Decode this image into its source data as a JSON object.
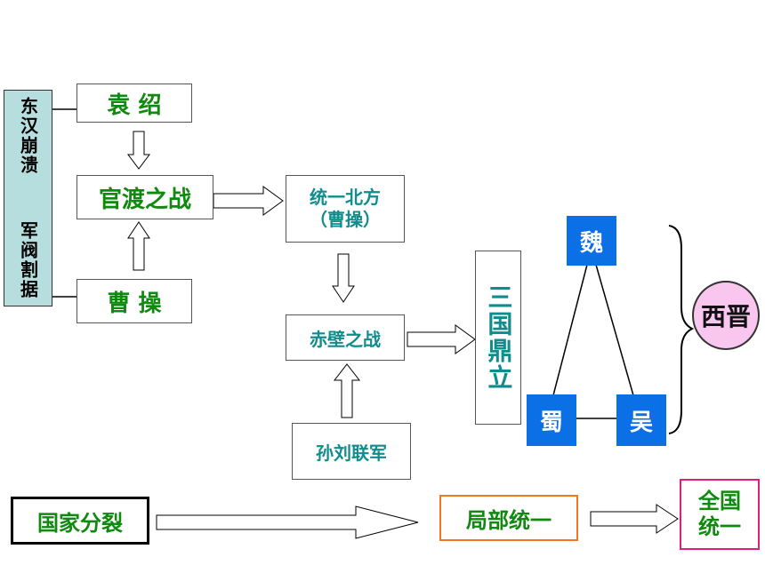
{
  "nodes": {
    "collapse": "东汉崩溃  军阀割据",
    "yuanshao": "袁 绍",
    "guandu": "官渡之战",
    "caocao": "曹 操",
    "unify_north": "统一北方\n（曹操）",
    "chibi": "赤壁之战",
    "sunliu": "孙刘联军",
    "three_kingdoms": "三国鼎立",
    "wei": "魏",
    "shu": "蜀",
    "wu": "吴",
    "western_jin": "西晋"
  },
  "timeline": {
    "split": "国家分裂",
    "partial": "局部统一",
    "national": "全国\n统一"
  },
  "colors": {
    "green_text": "#0f8a0f",
    "teal_text": "#108c8c",
    "kingdom_blue": "#0b6fe6",
    "circle_fill": "#f8c6ee",
    "orange_border": "#f07820",
    "pink_border": "#e0207a"
  }
}
